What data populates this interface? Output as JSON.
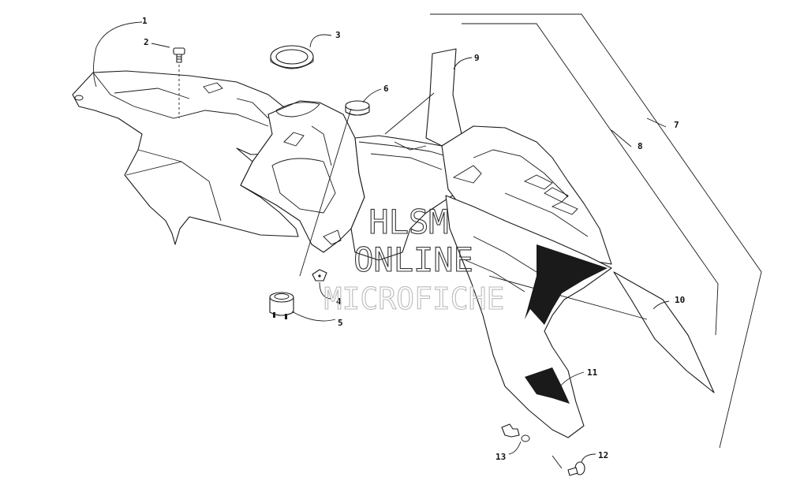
{
  "callouts": [
    {
      "id": "1",
      "label": "1"
    },
    {
      "id": "2",
      "label": "2"
    },
    {
      "id": "3",
      "label": "3"
    },
    {
      "id": "4",
      "label": "4"
    },
    {
      "id": "5",
      "label": "5"
    },
    {
      "id": "6",
      "label": "6"
    },
    {
      "id": "7",
      "label": "7"
    },
    {
      "id": "8",
      "label": "8"
    },
    {
      "id": "9",
      "label": "9"
    },
    {
      "id": "10",
      "label": "10"
    },
    {
      "id": "11",
      "label": "11"
    },
    {
      "id": "12",
      "label": "12"
    },
    {
      "id": "13",
      "label": "13"
    }
  ],
  "watermark": {
    "line1": "HLSM",
    "line2": "ONLINE",
    "line3": "MICROFICHE"
  }
}
